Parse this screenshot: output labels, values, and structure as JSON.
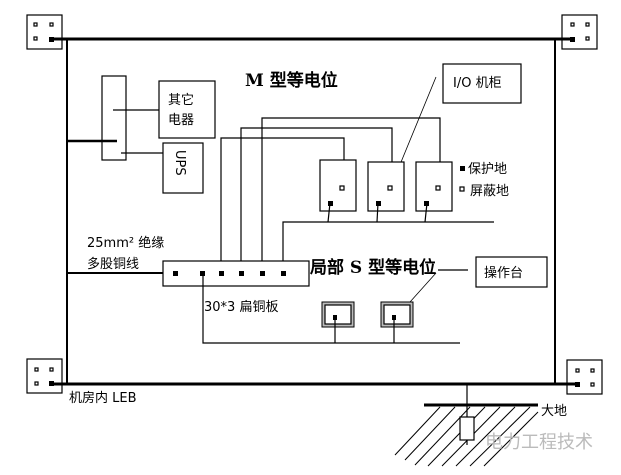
{
  "title_m": "M 型等电位",
  "title_s": "局部 S 型等电位",
  "labels": {
    "other_appliances_1": "其它",
    "other_appliances_2": "电器",
    "ups": "UPS",
    "io_cabinet": "I/O 机柜",
    "protective_ground": "保护地",
    "shield_ground": "屏蔽地",
    "wire_1": "25mm² 绝缘",
    "wire_2": "多股铜线",
    "copper_bar": "30*3 扁铜板",
    "console": "操作台",
    "leb": "机房内 LEB",
    "earth": "大地"
  },
  "watermark": "电力工程技术"
}
